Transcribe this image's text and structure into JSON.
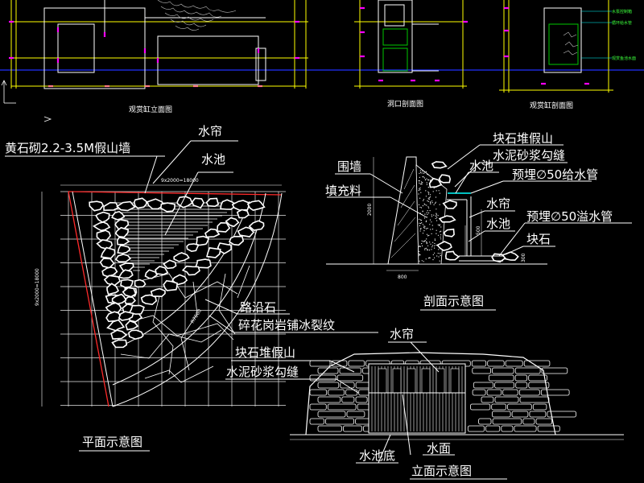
{
  "labels": {
    "elev_top_left": "观赏缸立面图",
    "section_top_mid": "洞口剖面图",
    "section_top_right": "观赏缸剖面图",
    "shuilian_1": "水帘",
    "huangshi": "黄石砌2.2-3.5M假山墙",
    "shuichi_1": "水池",
    "weiqiang": "围墙",
    "tianchongliao": "填充料",
    "kuaishi_dui": "块石堆假山",
    "shuini_1": "水泥砂浆勾缝",
    "shuichi_2": "水池",
    "yumai_gei": "预埋∅50给水管",
    "shuilian_2": "水帘",
    "shuichi_3": "水池",
    "yumai_yi": "预埋∅50溢水管",
    "kuaishi": "块石",
    "lu_yan": "路沿石",
    "suihua": "碎花岗岩铺冰裂纹",
    "section_title": "剖面示意图",
    "shuilian_3": "水帘",
    "kuaishi_dui_2": "块石堆假山",
    "shuini_2": "水泥砂浆勾缝",
    "plan_title": "平面示意图",
    "shuichi_di": "水池底",
    "shuimian": "水面",
    "elev_title": "立面示意图"
  },
  "dims": {
    "plan_top": "9x2000=18000",
    "plan_left": "9x2000=18000",
    "plan_radius": "R7000",
    "sec_h": "2000",
    "sec_w": "800",
    "sec_r": "500",
    "sec_r2": "300"
  },
  "tiny_notes": {
    "n1": "水泵控制箱",
    "n2": "循环给水管",
    "n3": "观赏鱼池水面"
  },
  "colors": {
    "background": "#000000",
    "line": "#ffffff",
    "grid": "#ffff00",
    "accent_green": "#00c800",
    "accent_magenta": "#ff00ff",
    "ground_blue": "#2030ff",
    "wall_red": "#ff2a2a"
  }
}
